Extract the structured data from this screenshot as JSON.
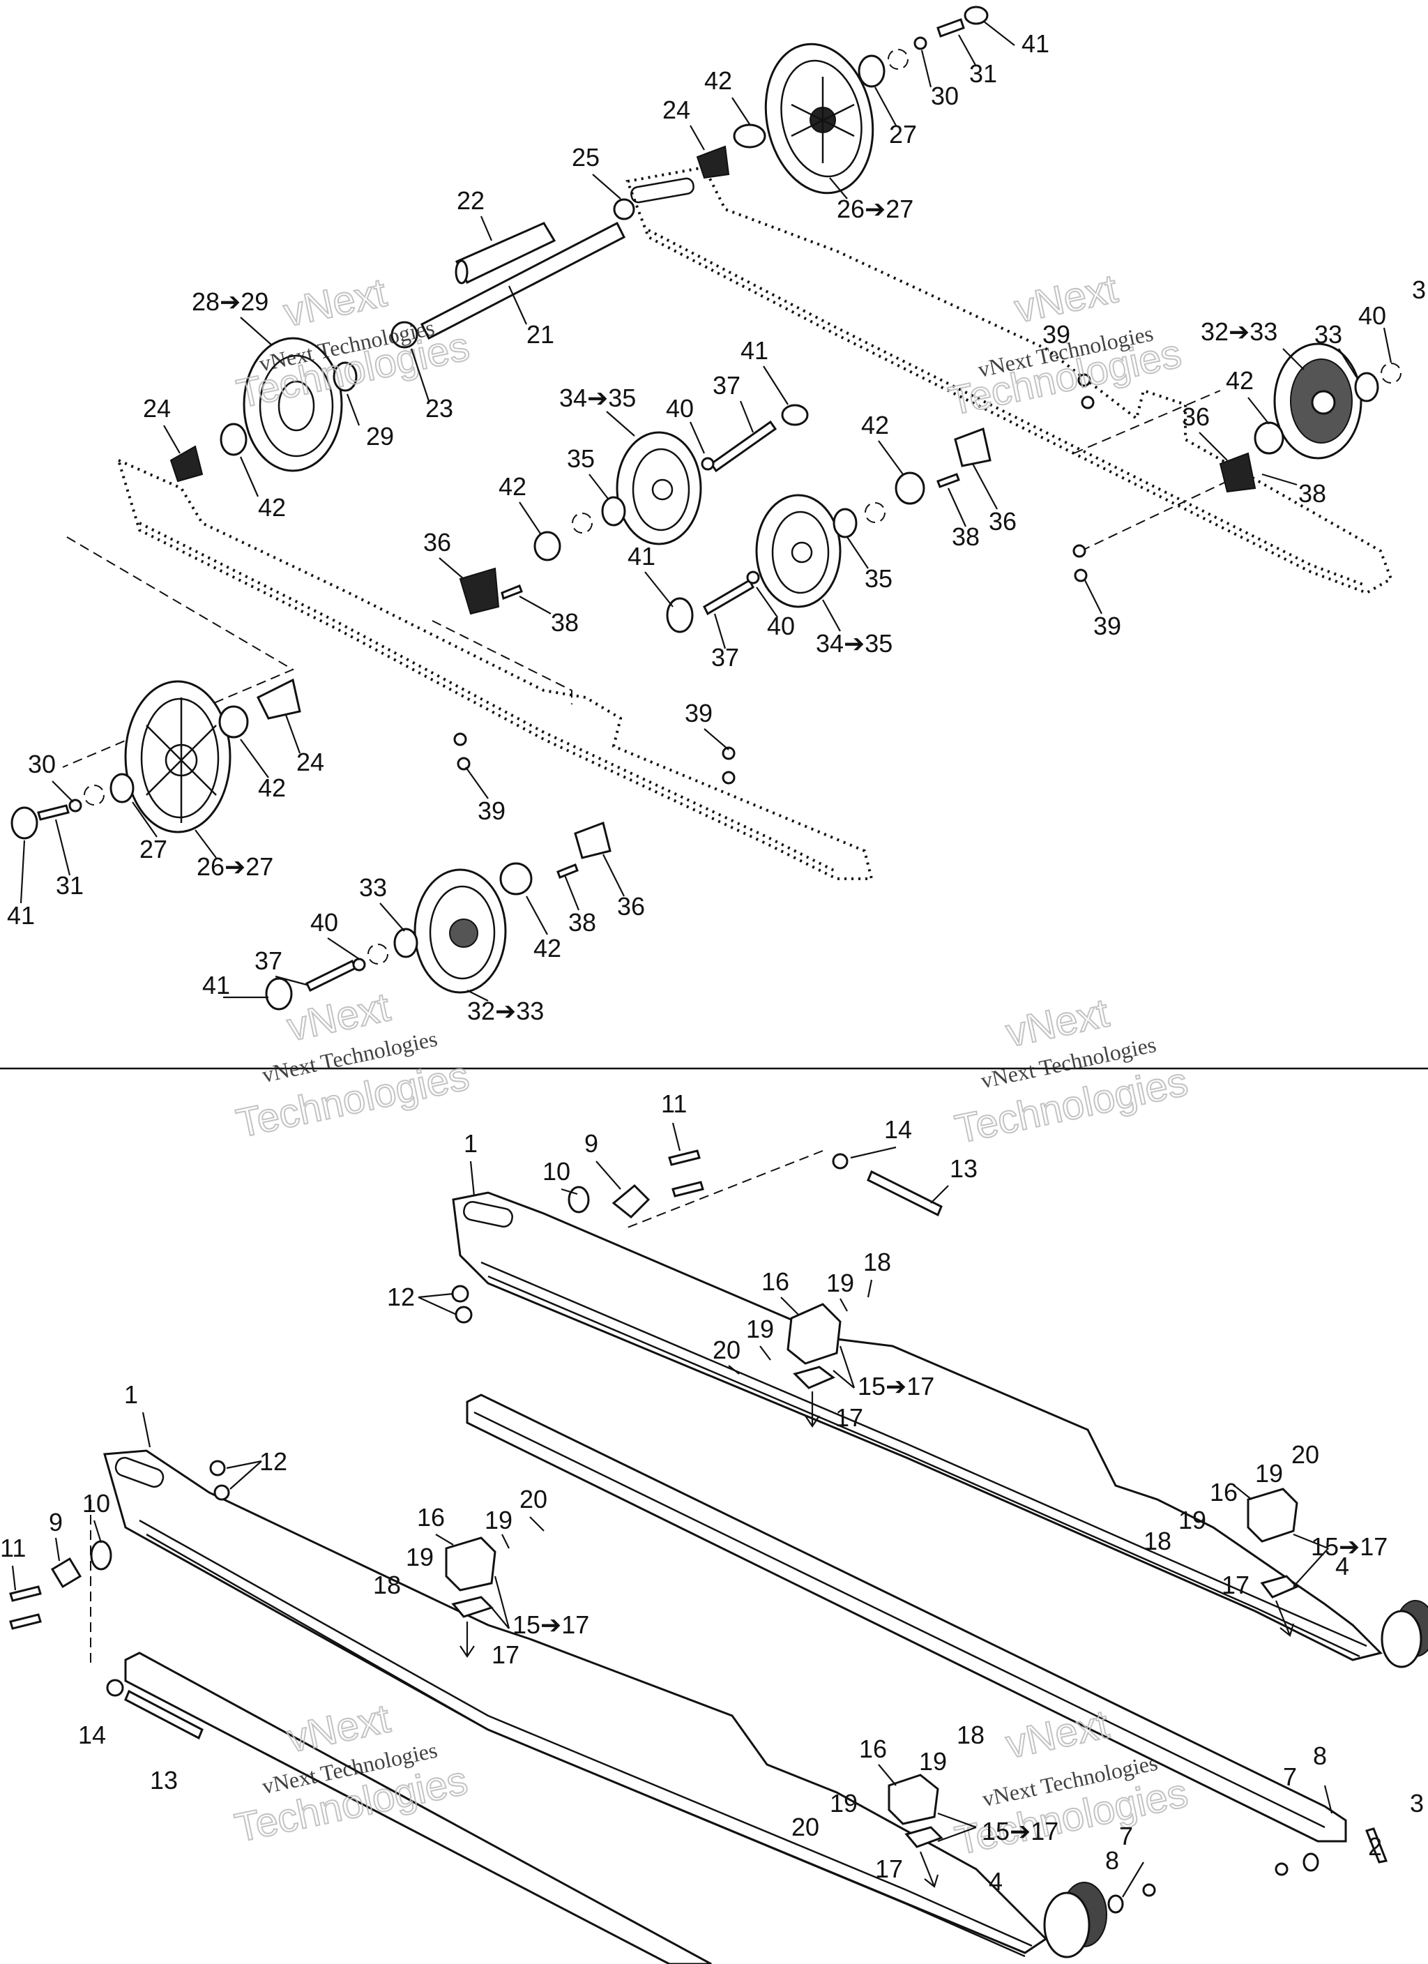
{
  "watermark": {
    "line1": "vNext Technologies",
    "line2": "Technologies",
    "line3": "vNext"
  },
  "upper_callouts": [
    {
      "id": "u41a",
      "text": "41"
    },
    {
      "id": "u31a",
      "text": "31"
    },
    {
      "id": "u30a",
      "text": "30"
    },
    {
      "id": "u27a",
      "text": "27"
    },
    {
      "id": "u42a",
      "text": "42"
    },
    {
      "id": "u24a",
      "text": "24"
    },
    {
      "id": "u25",
      "text": "25"
    },
    {
      "id": "u26a",
      "text": "26➔27"
    },
    {
      "id": "u22",
      "text": "22"
    },
    {
      "id": "u21",
      "text": "21"
    },
    {
      "id": "u23",
      "text": "23"
    },
    {
      "id": "u28",
      "text": "28➔29"
    },
    {
      "id": "u29",
      "text": "29"
    },
    {
      "id": "u24b",
      "text": "24"
    },
    {
      "id": "u42b",
      "text": "42"
    },
    {
      "id": "u34a",
      "text": "34➔35"
    },
    {
      "id": "u40a",
      "text": "40"
    },
    {
      "id": "u37a",
      "text": "37"
    },
    {
      "id": "u41b",
      "text": "41"
    },
    {
      "id": "u35a",
      "text": "35"
    },
    {
      "id": "u42c",
      "text": "42"
    },
    {
      "id": "u36a",
      "text": "36"
    },
    {
      "id": "u38a",
      "text": "38"
    },
    {
      "id": "u41c",
      "text": "41"
    },
    {
      "id": "u37b",
      "text": "37"
    },
    {
      "id": "u40b",
      "text": "40"
    },
    {
      "id": "u34b",
      "text": "34➔35"
    },
    {
      "id": "u35b",
      "text": "35"
    },
    {
      "id": "u42d",
      "text": "42"
    },
    {
      "id": "u38b",
      "text": "38"
    },
    {
      "id": "u36b",
      "text": "36"
    },
    {
      "id": "u39a",
      "text": "39"
    },
    {
      "id": "u32a",
      "text": "32➔33"
    },
    {
      "id": "u33a",
      "text": "33"
    },
    {
      "id": "u40c",
      "text": "40"
    },
    {
      "id": "u3x",
      "text": "3"
    },
    {
      "id": "u42e",
      "text": "42"
    },
    {
      "id": "u36c",
      "text": "36"
    },
    {
      "id": "u38c",
      "text": "38"
    },
    {
      "id": "u39b",
      "text": "39"
    },
    {
      "id": "u30b",
      "text": "30"
    },
    {
      "id": "u31b",
      "text": "31"
    },
    {
      "id": "u41d",
      "text": "41"
    },
    {
      "id": "u27b",
      "text": "27"
    },
    {
      "id": "u26b",
      "text": "26➔27"
    },
    {
      "id": "u42f",
      "text": "42"
    },
    {
      "id": "u24c",
      "text": "24"
    },
    {
      "id": "u39c",
      "text": "39"
    },
    {
      "id": "u39d",
      "text": "39"
    },
    {
      "id": "u36d",
      "text": "36"
    },
    {
      "id": "u38d",
      "text": "38"
    },
    {
      "id": "u42g",
      "text": "42"
    },
    {
      "id": "u33b",
      "text": "33"
    },
    {
      "id": "u40d",
      "text": "40"
    },
    {
      "id": "u37c",
      "text": "37"
    },
    {
      "id": "u41e",
      "text": "41"
    },
    {
      "id": "u32b",
      "text": "32➔33"
    }
  ],
  "lower_callouts": [
    {
      "id": "l1a",
      "text": "1"
    },
    {
      "id": "l9a",
      "text": "9"
    },
    {
      "id": "l10a",
      "text": "10"
    },
    {
      "id": "l11a",
      "text": "11"
    },
    {
      "id": "l14a",
      "text": "14"
    },
    {
      "id": "l13a",
      "text": "13"
    },
    {
      "id": "l12a",
      "text": "12"
    },
    {
      "id": "l16a",
      "text": "16"
    },
    {
      "id": "l19a",
      "text": "19"
    },
    {
      "id": "l18a",
      "text": "18"
    },
    {
      "id": "l20a",
      "text": "20"
    },
    {
      "id": "l19b",
      "text": "19"
    },
    {
      "id": "l15a",
      "text": "15➔17"
    },
    {
      "id": "l17a",
      "text": "17"
    },
    {
      "id": "l1b",
      "text": "1"
    },
    {
      "id": "l12b",
      "text": "12"
    },
    {
      "id": "l10b",
      "text": "10"
    },
    {
      "id": "l9b",
      "text": "9"
    },
    {
      "id": "l11b",
      "text": "11"
    },
    {
      "id": "l16b",
      "text": "16"
    },
    {
      "id": "l19c",
      "text": "19"
    },
    {
      "id": "l20b",
      "text": "20"
    },
    {
      "id": "l19d",
      "text": "19"
    },
    {
      "id": "l18b",
      "text": "18"
    },
    {
      "id": "l15b",
      "text": "15➔17"
    },
    {
      "id": "l17b",
      "text": "17"
    },
    {
      "id": "l14b",
      "text": "14"
    },
    {
      "id": "l13b",
      "text": "13"
    },
    {
      "id": "l16c",
      "text": "16"
    },
    {
      "id": "l19e",
      "text": "19"
    },
    {
      "id": "l20c",
      "text": "20"
    },
    {
      "id": "l18c",
      "text": "18"
    },
    {
      "id": "l19f",
      "text": "19"
    },
    {
      "id": "l15c",
      "text": "15➔17"
    },
    {
      "id": "l17c",
      "text": "17"
    },
    {
      "id": "l4a",
      "text": "4"
    },
    {
      "id": "l7a",
      "text": "7"
    },
    {
      "id": "l8a",
      "text": "8"
    },
    {
      "id": "l3x",
      "text": "3"
    },
    {
      "id": "l2",
      "text": "2"
    },
    {
      "id": "l16d",
      "text": "16"
    },
    {
      "id": "l19g",
      "text": "19"
    },
    {
      "id": "l18d",
      "text": "18"
    },
    {
      "id": "l19h",
      "text": "19"
    },
    {
      "id": "l20d",
      "text": "20"
    },
    {
      "id": "l15d",
      "text": "15➔17"
    },
    {
      "id": "l17d",
      "text": "17"
    },
    {
      "id": "l4b",
      "text": "4"
    },
    {
      "id": "l8b",
      "text": "8"
    },
    {
      "id": "l7b",
      "text": "7"
    }
  ]
}
